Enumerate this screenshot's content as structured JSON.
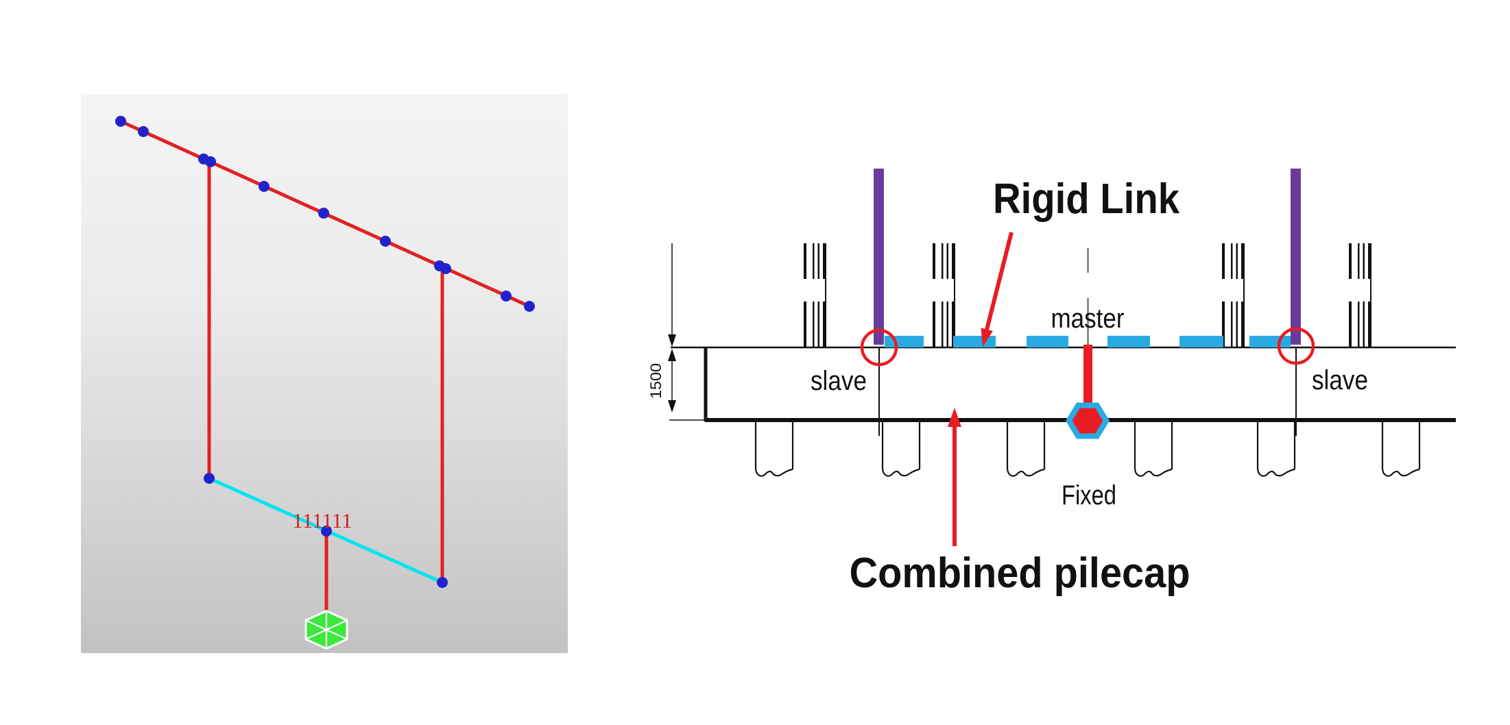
{
  "left_model": {
    "node_label": "111111"
  },
  "right_diagram": {
    "title": "Rigid Link",
    "caption": "Combined pilecap",
    "master_label": "master",
    "slave_left": "slave",
    "slave_right": "slave",
    "fixed_label": "Fixed",
    "pilecap_thickness_dim": "1500"
  },
  "colors": {
    "model_red": "#e02222",
    "label_red": "#cc2222",
    "node_blue": "#2222cc",
    "cyan": "#00e4f2",
    "green": "#3ce83c",
    "red": "#e81c24",
    "blue_link": "#29abe2",
    "purple": "#693c9b",
    "gray_dash": "#8c8c8c",
    "black": "#111111"
  }
}
